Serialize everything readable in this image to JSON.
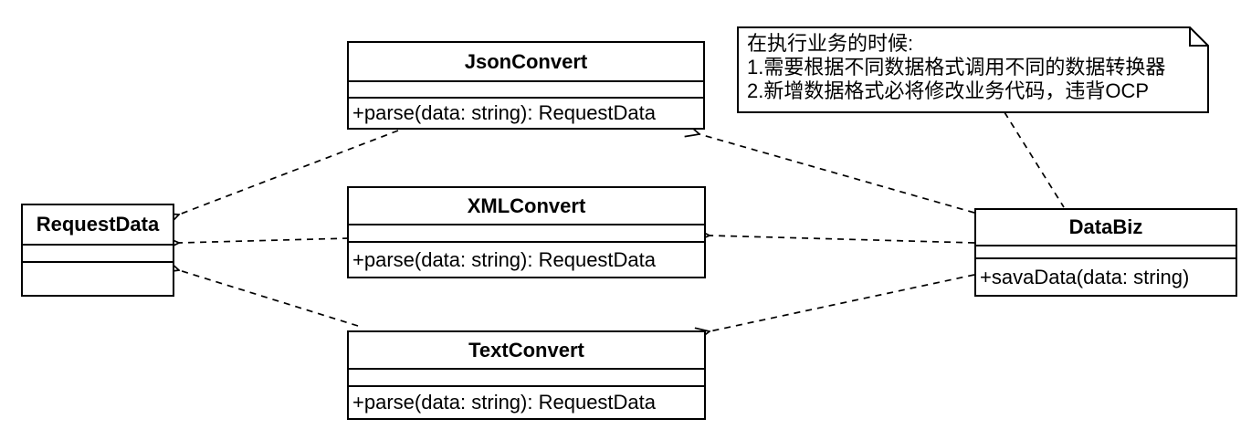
{
  "diagram": {
    "background_color": "#ffffff",
    "stroke_color": "#000000"
  },
  "classes": {
    "requestdata": {
      "name": "RequestData",
      "attributes": "",
      "method": ""
    },
    "jsonconvert": {
      "name": "JsonConvert",
      "attributes": "",
      "method": "+parse(data: string): RequestData"
    },
    "xmlconvert": {
      "name": "XMLConvert",
      "attributes": "",
      "method": "+parse(data: string): RequestData"
    },
    "textconvert": {
      "name": "TextConvert",
      "attributes": "",
      "method": "+parse(data: string): RequestData"
    },
    "databiz": {
      "name": "DataBiz",
      "attributes": "",
      "method": "+savaData(data: string)"
    }
  },
  "note": {
    "lines": [
      "在执行业务的时候:",
      "1.需要根据不同数据格式调用不同的数据转换器",
      "2.新增数据格式必将修改业务代码，违背OCP"
    ]
  },
  "relations": [
    {
      "from": "JsonConvert",
      "to": "RequestData",
      "type": "dashed-dependency-arrow"
    },
    {
      "from": "XMLConvert",
      "to": "RequestData",
      "type": "dashed-dependency-arrow"
    },
    {
      "from": "TextConvert",
      "to": "RequestData",
      "type": "dashed-dependency-arrow"
    },
    {
      "from": "DataBiz",
      "to": "JsonConvert",
      "type": "dashed-dependency-arrow"
    },
    {
      "from": "DataBiz",
      "to": "XMLConvert",
      "type": "dashed-dependency-arrow"
    },
    {
      "from": "DataBiz",
      "to": "TextConvert",
      "type": "dashed-dependency-arrow"
    },
    {
      "from": "note",
      "to": "DataBiz",
      "type": "dashed-link"
    }
  ]
}
